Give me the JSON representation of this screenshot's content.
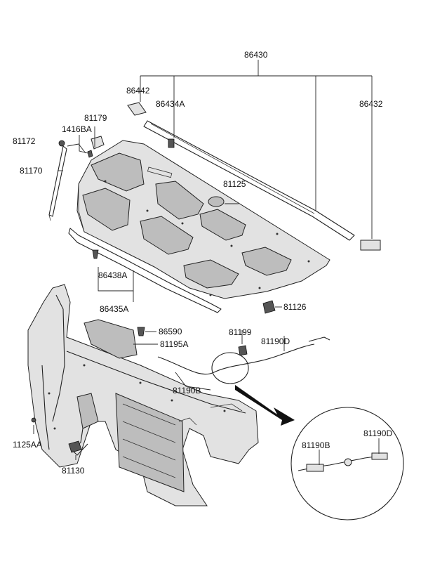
{
  "labels": {
    "l86430": "86430",
    "l86442": "86442",
    "l86434A": "86434A",
    "l86432": "86432",
    "l81179": "81179",
    "l1416BA": "1416BA",
    "l81172": "81172",
    "l81170": "81170",
    "l81125": "81125",
    "l86438A": "86438A",
    "l86435A": "86435A",
    "l81126": "81126",
    "l86590": "86590",
    "l81195A": "81195A",
    "l81199": "81199",
    "l81190D": "81190D",
    "l81190B": "81190B",
    "l1125AA": "1125AA",
    "l81130": "81130",
    "detail_81190B": "81190B",
    "detail_81190D": "81190D"
  },
  "colors": {
    "line": "#222222",
    "shade": "#bdbdbd",
    "light": "#e2e2e2",
    "background": "#ffffff"
  }
}
